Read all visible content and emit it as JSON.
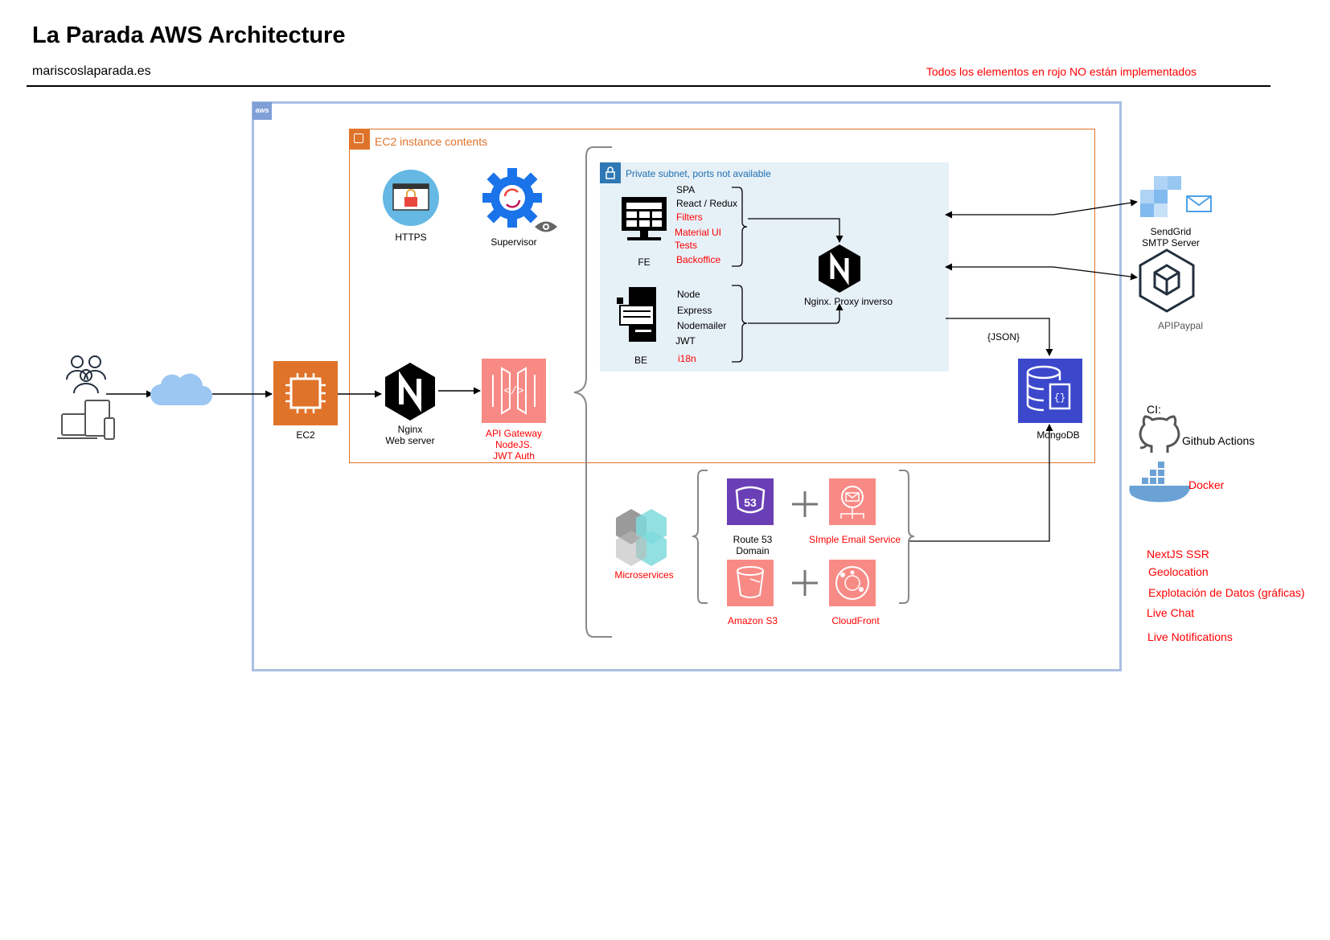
{
  "header": {
    "title": "La Parada AWS Architecture",
    "subtitle": "mariscoslaparada.es",
    "note": "Todos los elementos en rojo NO están implementados"
  },
  "aws": {
    "tag": "aws"
  },
  "ec2_group": {
    "title": "EC2 instance contents"
  },
  "subnet": {
    "title": "Private subnet, ports not available"
  },
  "nodes": {
    "ec2": "EC2",
    "nginx_line1": "Nginx",
    "nginx_line2": "Web server",
    "api_line1": "API Gateway",
    "api_line2": "NodeJS.",
    "api_line3": "JWT Auth",
    "https": "HTTPS",
    "supervisor": "Supervisor",
    "fe": "FE",
    "be": "BE",
    "proxy": "Nginx. Proxy inverso",
    "json": "{JSON}",
    "mongodb": "MongoDB",
    "sendgrid_line1": "SendGrid",
    "sendgrid_line2": "SMTP Server",
    "apipaypal": "APIPaypal",
    "microservices": "Microservices",
    "route53_line1": "Route 53",
    "route53_line2": "Domain",
    "ses": "SImple Email Service",
    "s3": "Amazon S3",
    "cloudfront": "CloudFront"
  },
  "fe_stack": [
    "SPA",
    "React / Redux",
    "Filters",
    "Material UI",
    "Tests",
    "Backoffice"
  ],
  "be_stack": [
    "Node",
    "Express",
    "Nodemailer",
    "JWT",
    "i18n"
  ],
  "ci": {
    "title": "CI:",
    "github": "Github Actions",
    "docker": "Docker"
  },
  "roadmap": [
    "NextJS SSR",
    "Geolocation",
    "Explotación de Datos (gráficas)",
    "Live Chat",
    "Live Notifications"
  ],
  "colors": {
    "unimplemented": "#ff0000",
    "ec2_orange": "#e0732a",
    "mongodb_blue": "#3b48cc",
    "route53_purple": "#6a3fb6",
    "ses_red": "#f58b84",
    "aws_frame": "#a9bfe3",
    "subnet_fill": "#e6f0f7"
  }
}
